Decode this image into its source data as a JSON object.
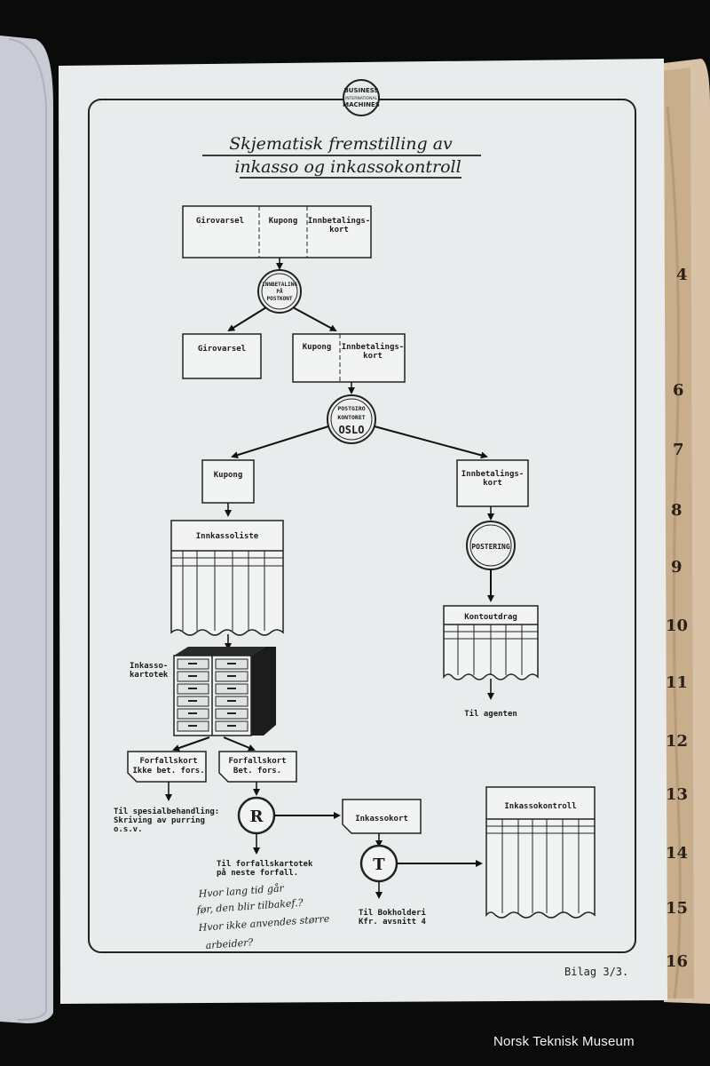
{
  "title": {
    "line1": "Skjematisk fremstilling av",
    "line2": "inkasso og inkassokontroll"
  },
  "logo": {
    "line1": "BUSINESS",
    "line2": "INTERNATIONAL",
    "line3": "MACHINES"
  },
  "boxes": {
    "top": [
      "Girovarsel",
      "Kupong",
      "Innbetalings-",
      "kort"
    ],
    "girovarsel": "Girovarsel",
    "kupong_innbet": [
      "Kupong",
      "Innbetalings-",
      "kort"
    ],
    "kupong": "Kupong",
    "innbetalingskort": [
      "Innbetalings-",
      "kort"
    ],
    "innkassoliste": "Innkassoliste",
    "kontoutdrag": "Kontoutdrag",
    "forfallskort_ikke": [
      "Forfallskort",
      "Ikke bet. fors."
    ],
    "forfallskort_bet": [
      "Forfallskort",
      "Bet. fors."
    ],
    "inkassokort": "Inkassokort",
    "inkassokontroll": "Inkassokontroll"
  },
  "circles": {
    "innbetaling": [
      "INNBETALING",
      "PÅ",
      "POSTKONT"
    ],
    "postgiro": [
      "POSTGIRO",
      "KONTORET",
      "OSLO"
    ],
    "postering": "POSTERING",
    "r": "R",
    "t": "T"
  },
  "labels": {
    "inkassokartotek": [
      "Inkasso-",
      "kartotek"
    ],
    "til_agenten": "Til agenten",
    "spesial": [
      "Til spesialbehandling:",
      "Skriving av purring",
      "o.s.v."
    ],
    "forfallkartotek": [
      "Til forfallskartotek",
      "på neste forfall."
    ],
    "bokholderi": [
      "Til Bokholderi",
      "Kfr. avsnitt 4"
    ],
    "bilag": "Bilag 3/3."
  },
  "handwriting": [
    "Hvor lang tid går",
    "før, den blir tilbakef.?",
    "Hvor ikke anvendes større",
    "arbeider?"
  ],
  "tabs": [
    "4",
    "6",
    "7",
    "8",
    "9",
    "10",
    "11",
    "12",
    "13",
    "14",
    "15",
    "16"
  ],
  "credit": "Norsk Teknisk Museum"
}
